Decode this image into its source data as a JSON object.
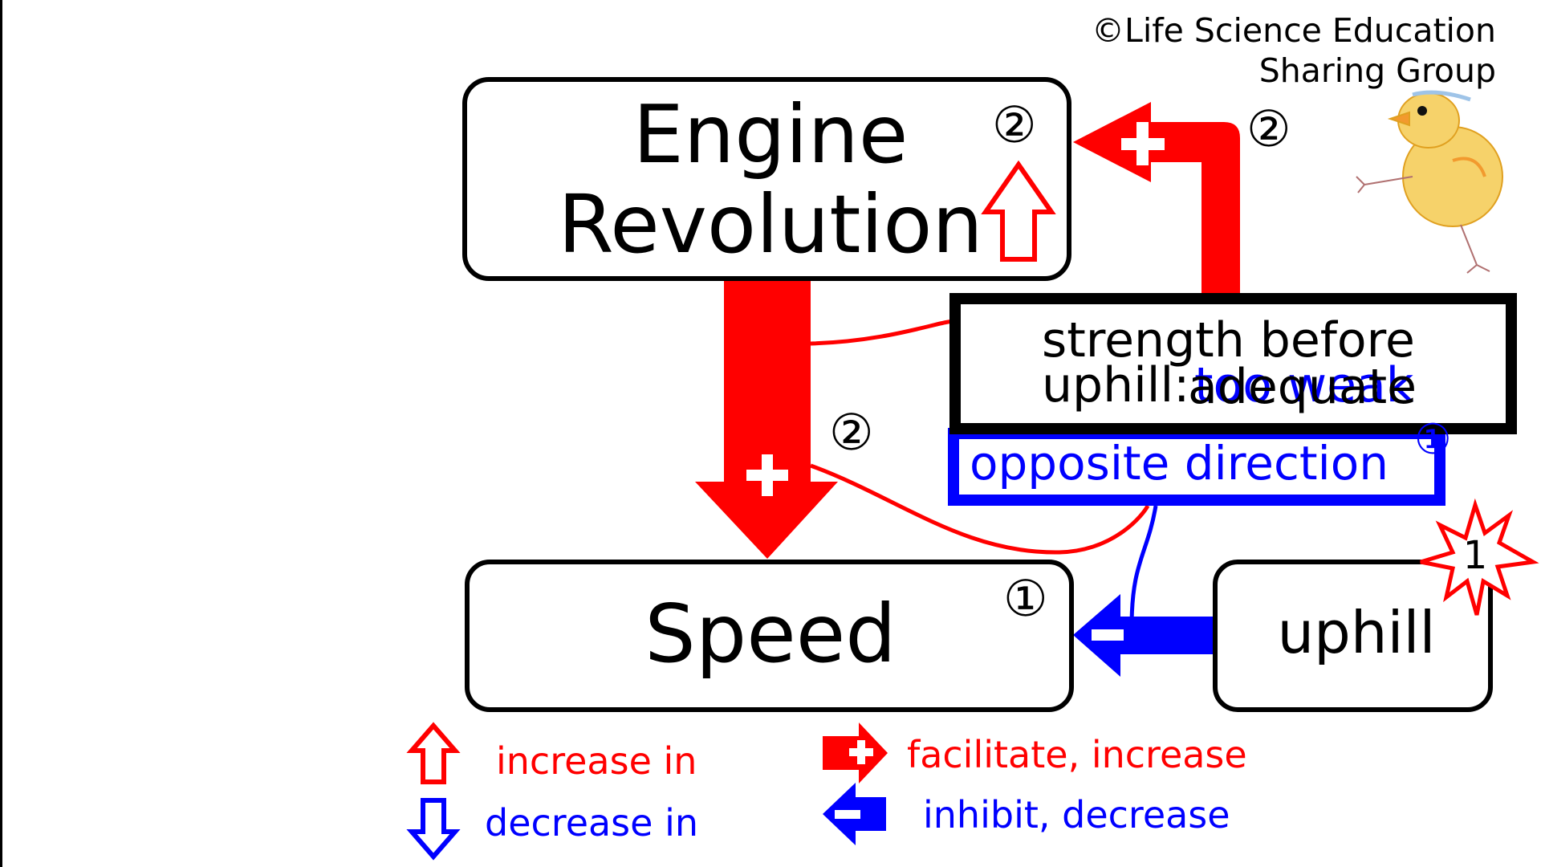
{
  "copyright": {
    "line1": "©Life Science Education",
    "line2": "Sharing Group"
  },
  "nodes": {
    "engine": {
      "line1": "Engine",
      "line2": "Revolution",
      "badge": "②"
    },
    "speed": {
      "label": "Speed",
      "badge": "①"
    },
    "uphill": {
      "label": "uphill",
      "burst": "1"
    }
  },
  "condition": {
    "line1": "strength before",
    "line2_prefix": "uphill:",
    "line2_value_front": "adequate",
    "line2_value_back": "too weak",
    "opposite": "opposite direction",
    "opposite_badge": "①"
  },
  "arrow_badges": {
    "engine_to_speed": "②",
    "to_engine": "②"
  },
  "legend": {
    "increase_in": "increase in",
    "decrease_in": "decrease in",
    "facilitate": "facilitate, increase",
    "inhibit": "inhibit, decrease"
  },
  "colors": {
    "red": "#ff0000",
    "blue": "#0000ff",
    "black": "#000000"
  }
}
